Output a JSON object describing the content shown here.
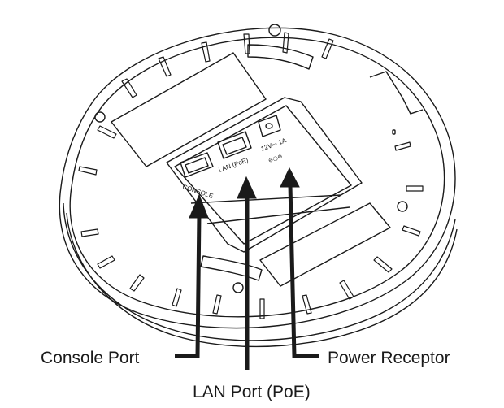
{
  "title": "Access point bottom view - port identification",
  "device_markings": {
    "console": "CONSOLE",
    "lan": "LAN (PoE)",
    "power_rating": "12V⎓ 1A",
    "polarity_symbol": "⊖○⊕"
  },
  "callouts": {
    "console_port": "Console Port",
    "lan_port": "LAN Port (PoE)",
    "power_receptor": "Power Receptor"
  },
  "colors": {
    "line": "#1a1a1a",
    "background": "#ffffff"
  }
}
